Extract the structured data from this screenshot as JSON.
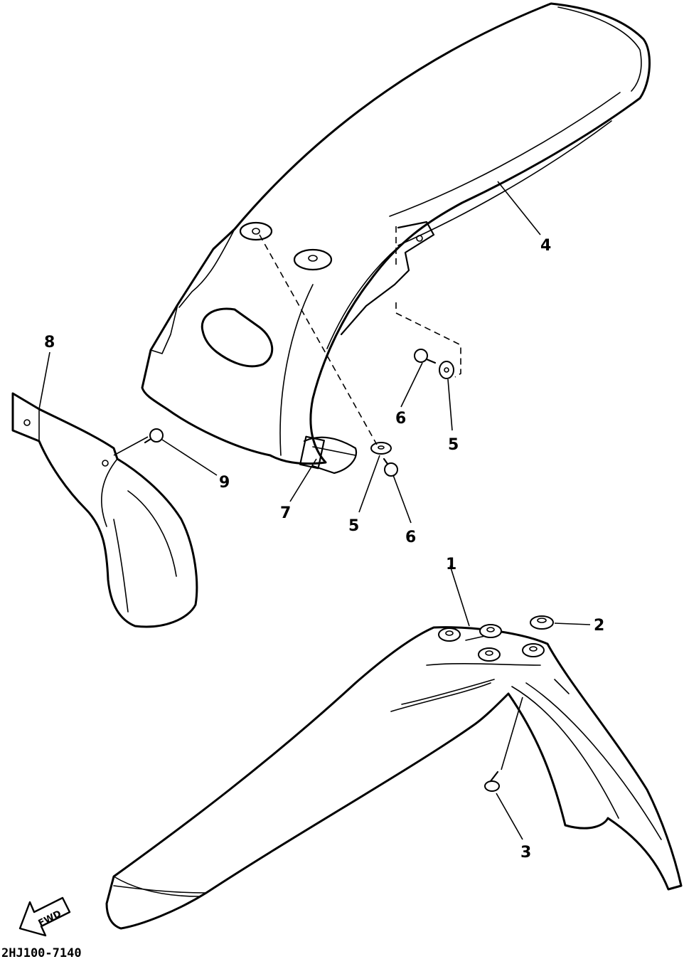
{
  "callouts": {
    "c1": "1",
    "c2": "2",
    "c3": "3",
    "c4": "4",
    "c5a": "5",
    "c5b": "5",
    "c6a": "6",
    "c6b": "6",
    "c7": "7",
    "c8": "8",
    "c9": "9"
  },
  "direction_arrow": {
    "label": "FWD"
  },
  "diagram_code": "2HJ100-7140"
}
